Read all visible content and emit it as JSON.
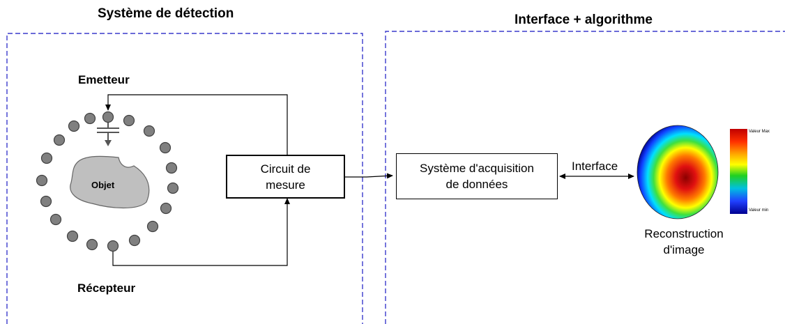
{
  "sections": {
    "detection_title": "Système de détection",
    "interface_title": "Interface + algorithme"
  },
  "labels": {
    "emitter": "Emetteur",
    "receiver": "Récepteur",
    "object": "Objet",
    "interface": "Interface"
  },
  "boxes": {
    "circuit_line1": "Circuit de",
    "circuit_line2": "mesure",
    "daq_line1": "Système d'acquisition",
    "daq_line2": "de données"
  },
  "reconstruction": {
    "caption_line1": "Reconstruction",
    "caption_line2": "d'image",
    "scale_max": "Valeur Max",
    "scale_min": "Valeur min"
  },
  "colors": {
    "dash": "#3a3acc",
    "electrode": "#808080",
    "object_fill": "#bfbfbf"
  }
}
